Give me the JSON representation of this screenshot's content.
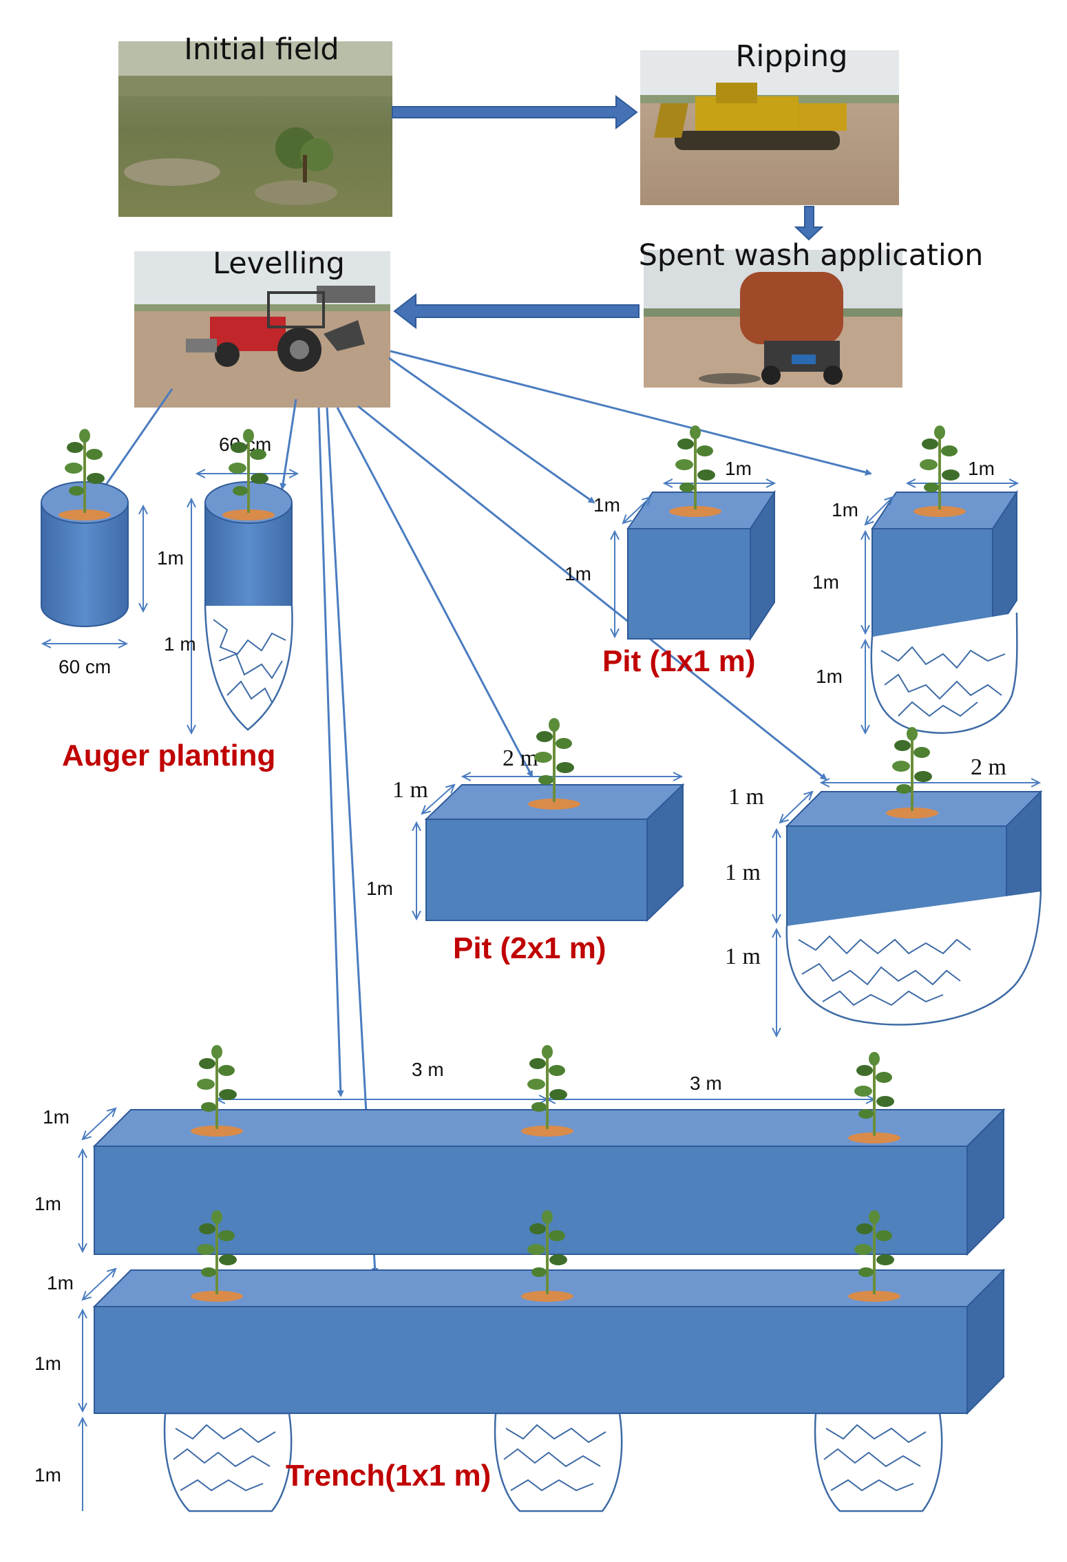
{
  "photos": {
    "initial_field": "Initial field",
    "ripping": "Ripping",
    "spent_wash": "Spent wash application",
    "levelling": "Levelling"
  },
  "auger": {
    "caption": "Auger planting",
    "dim_depth": "1m",
    "dim_width": "60 cm",
    "dim_top_width": "60 cm",
    "dim_lower": "1 m"
  },
  "pit_1x1": {
    "caption": "Pit (1x1 m)",
    "dim_width": "1m",
    "dim_breadth": "1m",
    "dim_depth": "1m"
  },
  "pit_1x1_deep": {
    "dim_width": "1m",
    "dim_breadth": "1m",
    "dim_depth": "1m",
    "dim_lower": "1m"
  },
  "pit_2x1": {
    "caption": "Pit (2x1 m)",
    "dim_length": "2 m",
    "dim_breadth": "1 m",
    "dim_depth": "1m"
  },
  "pit_2x1_deep": {
    "dim_length": "2 m",
    "dim_breadth": "1 m",
    "dim_depth": "1 m",
    "dim_lower": "1 m"
  },
  "trench": {
    "caption": "Trench(1x1 m)",
    "spacing_1": "3 m",
    "spacing_2": "3 m",
    "top_breadth": "1m",
    "top_depth": "1m",
    "bottom_breadth": "1m",
    "bottom_depth": "1m",
    "bottom_lower": "1m"
  },
  "colors": {
    "box_front": "#4f81bd",
    "box_top": "#6f97cf",
    "box_side": "#3d6aa5",
    "arrow": "#4a7cc0",
    "caption": "#c00000"
  }
}
